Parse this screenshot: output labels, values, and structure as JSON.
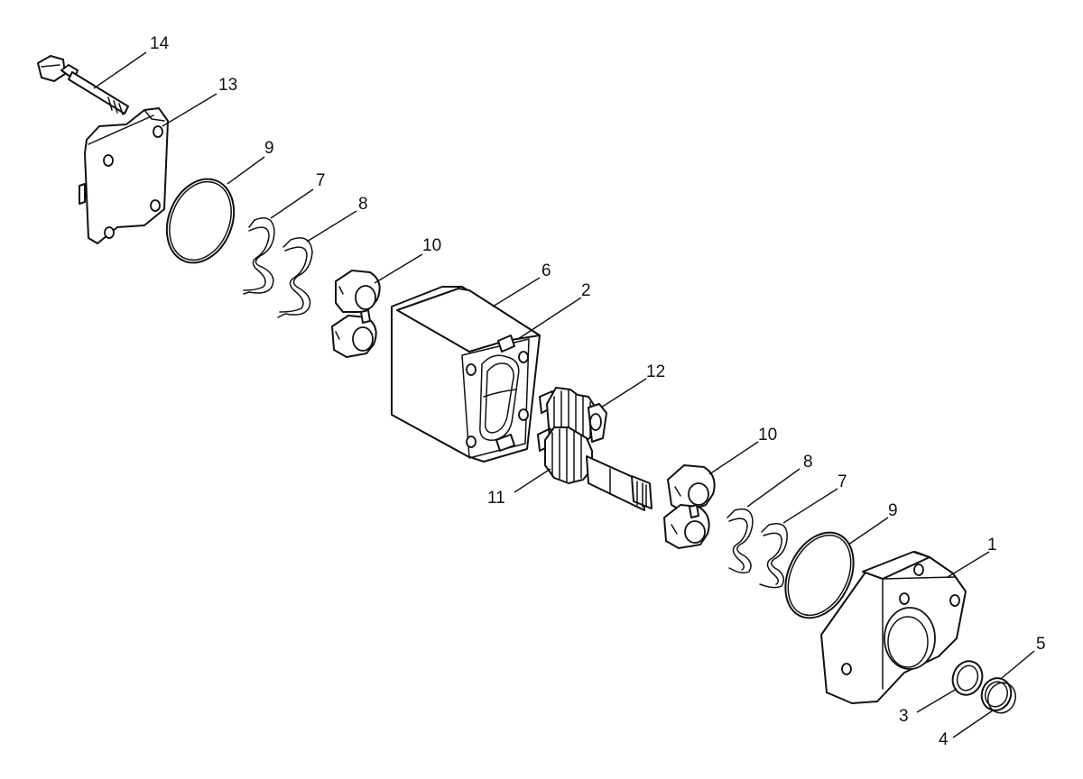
{
  "diagram": {
    "callouts": {
      "c14": "14",
      "c13": "13",
      "c9_top": "9",
      "c7_top": "7",
      "c8_top": "8",
      "c10_top": "10",
      "c6": "6",
      "c2": "2",
      "c12": "12",
      "c11": "11",
      "c10_bot": "10",
      "c8_bot": "8",
      "c7_bot": "7",
      "c9_bot": "9",
      "c1": "1",
      "c5": "5",
      "c3": "3",
      "c4": "4"
    }
  }
}
